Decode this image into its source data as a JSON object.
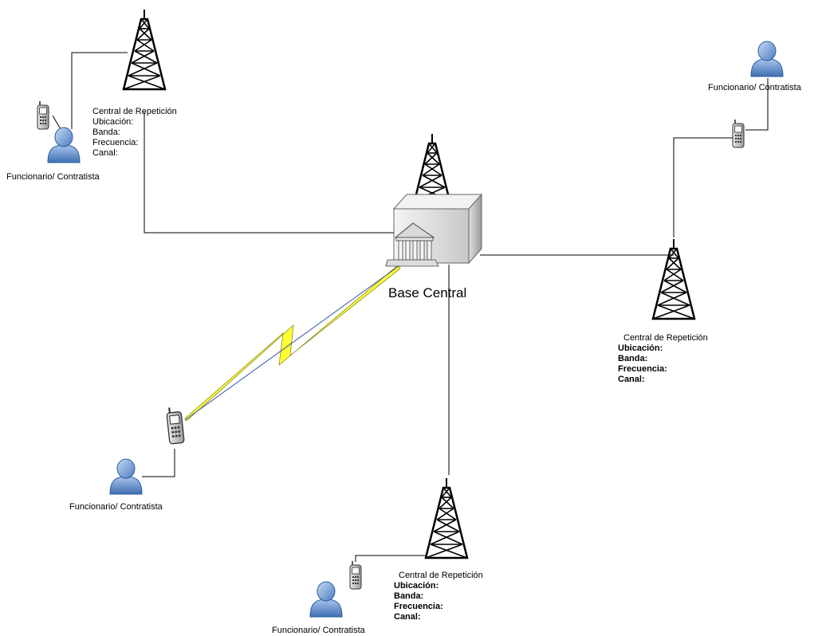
{
  "base": {
    "title": "Base Central"
  },
  "repeaters": [
    {
      "title": "Central de Repetición",
      "fields": [
        "Ubicación:",
        "Banda:",
        "Frecuencia:",
        "Canal:"
      ]
    },
    {
      "title": "Central de Repetición",
      "fields": [
        "Ubicación:",
        "Banda:",
        "Frecuencia:",
        "Canal:"
      ]
    },
    {
      "title": "Central de Repetición",
      "fields": [
        "Ubicación:",
        "Banda:",
        "Frecuencia:",
        "Canal:"
      ]
    }
  ],
  "users": [
    {
      "label": "Funcionario/ Contratista"
    },
    {
      "label": "Funcionario/ Contratista"
    },
    {
      "label": "Funcionario/ Contratista"
    },
    {
      "label": "Funcionario/ Contratista"
    }
  ],
  "colors": {
    "person": "#6f9bd6",
    "person_dark": "#2f5f9e",
    "lightning": "#ffff33",
    "line": "#000000"
  },
  "icons": [
    "tower-icon",
    "building-icon",
    "phone-icon",
    "person-icon",
    "lightning-icon"
  ]
}
